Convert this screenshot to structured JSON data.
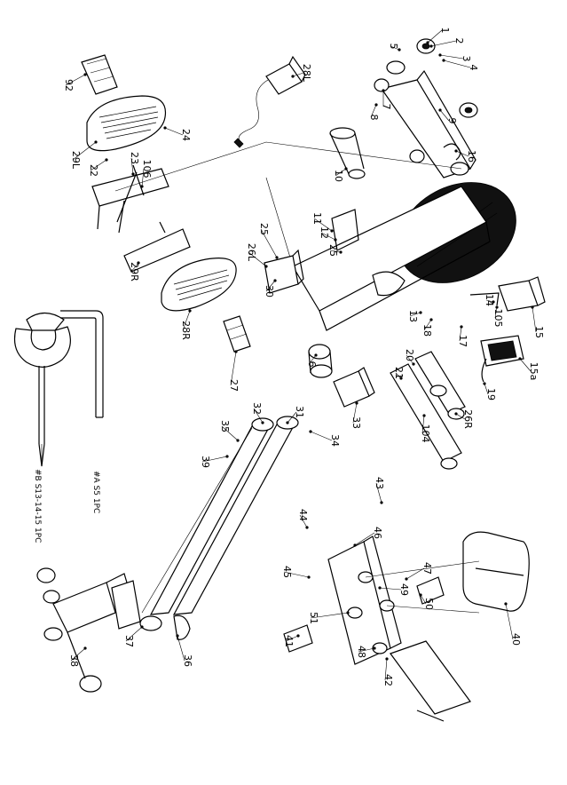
{
  "title": "",
  "colors": {
    "line": "#000000",
    "background": "#ffffff"
  },
  "tools": {
    "tool_a_label": "#A S5 1PC",
    "tool_b_label": "#B S13-14-15 1PC"
  },
  "callouts": [
    "1",
    "2",
    "3",
    "4",
    "5",
    "7",
    "8",
    "9",
    "92",
    "28L",
    "29L",
    "24",
    "22",
    "23",
    "106",
    "10",
    "11",
    "12",
    "25",
    "25",
    "26L",
    "30",
    "29R",
    "28R",
    "27",
    "6",
    "16",
    "17",
    "18",
    "13",
    "14",
    "105",
    "15",
    "15a",
    "19",
    "20",
    "21",
    "104",
    "26R",
    "33",
    "32",
    "31",
    "34",
    "35",
    "39",
    "43",
    "44",
    "45",
    "46",
    "47",
    "49",
    "48",
    "50",
    "51",
    "41",
    "40",
    "42",
    "36",
    "37",
    "38"
  ]
}
